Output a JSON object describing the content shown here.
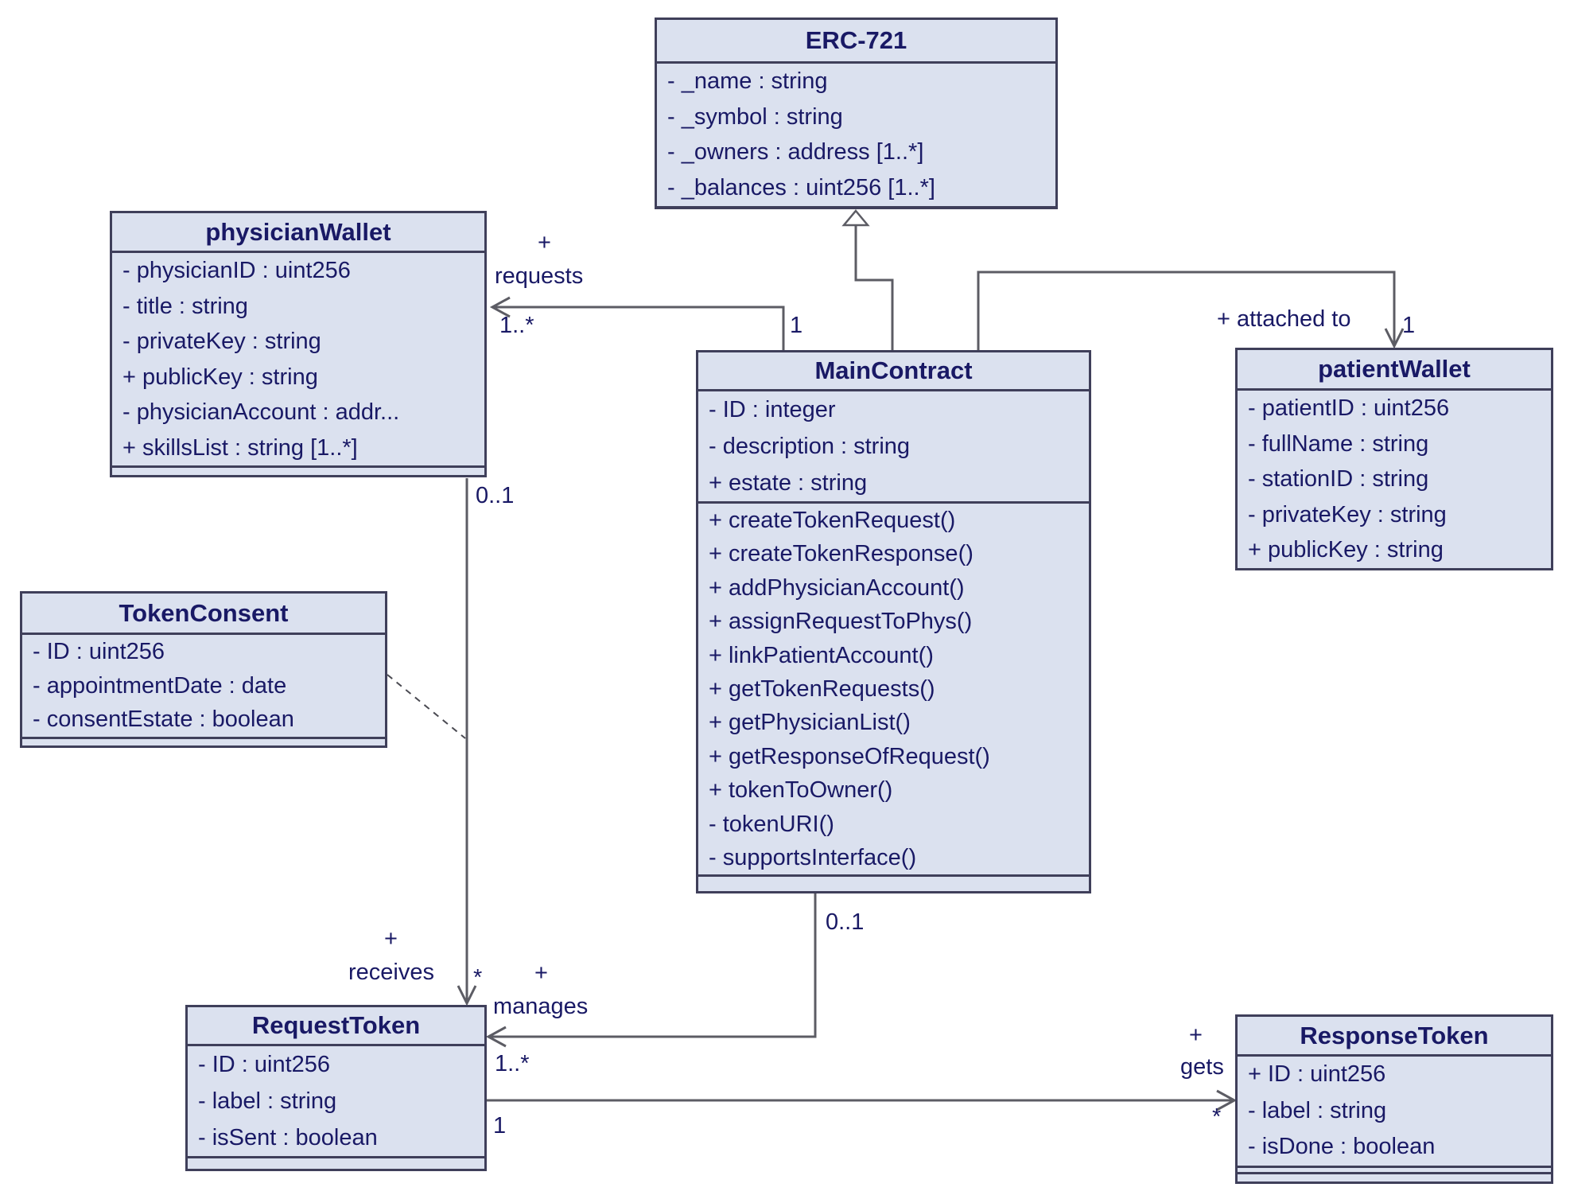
{
  "colors": {
    "box_fill": "#dbe1ef",
    "box_border": "#3f3f5a",
    "text": "#191965",
    "line": "#5c5c64",
    "background": "#ffffff"
  },
  "classes": [
    {
      "name": "ERC-721",
      "attributes": [
        "- _name : string",
        "- _symbol : string",
        "- _owners : address [1..*]",
        "- _balances : uint256 [1..*]"
      ]
    },
    {
      "name": "physicianWallet",
      "attributes": [
        "- physicianID : uint256",
        "- title : string",
        "- privateKey : string",
        "+ publicKey : string",
        "- physicianAccount : addr...",
        "+ skillsList : string [1..*]"
      ]
    },
    {
      "name": "MainContract",
      "attributes": [
        "- ID : integer",
        "- description : string",
        "+ estate : string"
      ],
      "methods": [
        "+ createTokenRequest()",
        "+ createTokenResponse()",
        "+ addPhysicianAccount()",
        "+ assignRequestToPhys()",
        "+ linkPatientAccount()",
        "+ getTokenRequests()",
        "+ getPhysicianList()",
        "+ getResponseOfRequest()",
        "+ tokenToOwner()",
        "- tokenURI()",
        "- supportsInterface()"
      ]
    },
    {
      "name": "patientWallet",
      "attributes": [
        "- patientID : uint256",
        "- fullName : string",
        "- stationID : string",
        "- privateKey : string",
        "+ publicKey : string"
      ]
    },
    {
      "name": "TokenConsent",
      "attributes": [
        "- ID : uint256",
        "- appointmentDate : date",
        "- consentEstate : boolean"
      ]
    },
    {
      "name": "RequestToken",
      "attributes": [
        "- ID : uint256",
        "- label : string",
        "- isSent : boolean"
      ]
    },
    {
      "name": "ResponseToken",
      "attributes": [
        "+ ID : uint256",
        "- label : string",
        "- isDone : boolean"
      ]
    }
  ],
  "relationships": {
    "generalization": {
      "from": "MainContract",
      "to": "ERC-721"
    },
    "requests": {
      "plus": "+",
      "name": "requests",
      "target_multiplicity": "1..*",
      "source_multiplicity": "1"
    },
    "attached_to": {
      "name": "+ attached to",
      "target_multiplicity": "1"
    },
    "receives": {
      "plus": "+",
      "name": "receives",
      "target_multiplicity": "*",
      "source_multiplicity": "0..1"
    },
    "manages": {
      "plus": "+",
      "name": "manages",
      "target_multiplicity": "1..*",
      "source_multiplicity": "0..1"
    },
    "gets": {
      "plus": "+",
      "name": "gets",
      "target_multiplicity": "*",
      "source_multiplicity": "1"
    }
  }
}
